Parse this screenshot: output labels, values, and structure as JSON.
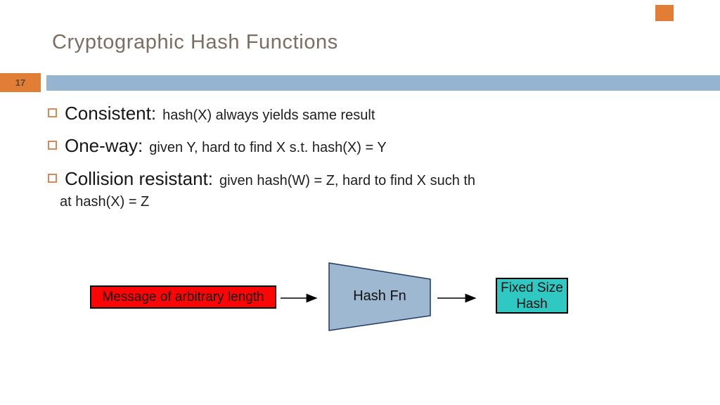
{
  "slide": {
    "title": "Cryptographic Hash Functions",
    "page_number": "17",
    "bullets": [
      {
        "lead": "Consistent:",
        "rest": "hash(X) always yields same result"
      },
      {
        "lead": "One-way:",
        "rest": "given Y, hard to find X s.t. hash(X) = Y"
      },
      {
        "lead": "Collision resistant:",
        "rest": "given hash(W) = Z, hard to find X such th",
        "rest2": "at hash(X) = Z"
      }
    ],
    "diagram": {
      "input_label": "Message of arbitrary length",
      "process_label": "Hash Fn",
      "output_label": "Fixed Size Hash"
    },
    "colors": {
      "accent_orange": "#E07E35",
      "band_blue": "#95B4CF",
      "title_brown": "#7C6D62",
      "bullet_outline": "#D28C5C",
      "box_red": "#FB0606",
      "funnel_blue": "#9FB8D2",
      "funnel_border": "#1F3864",
      "box_teal": "#2FC8C3"
    }
  }
}
